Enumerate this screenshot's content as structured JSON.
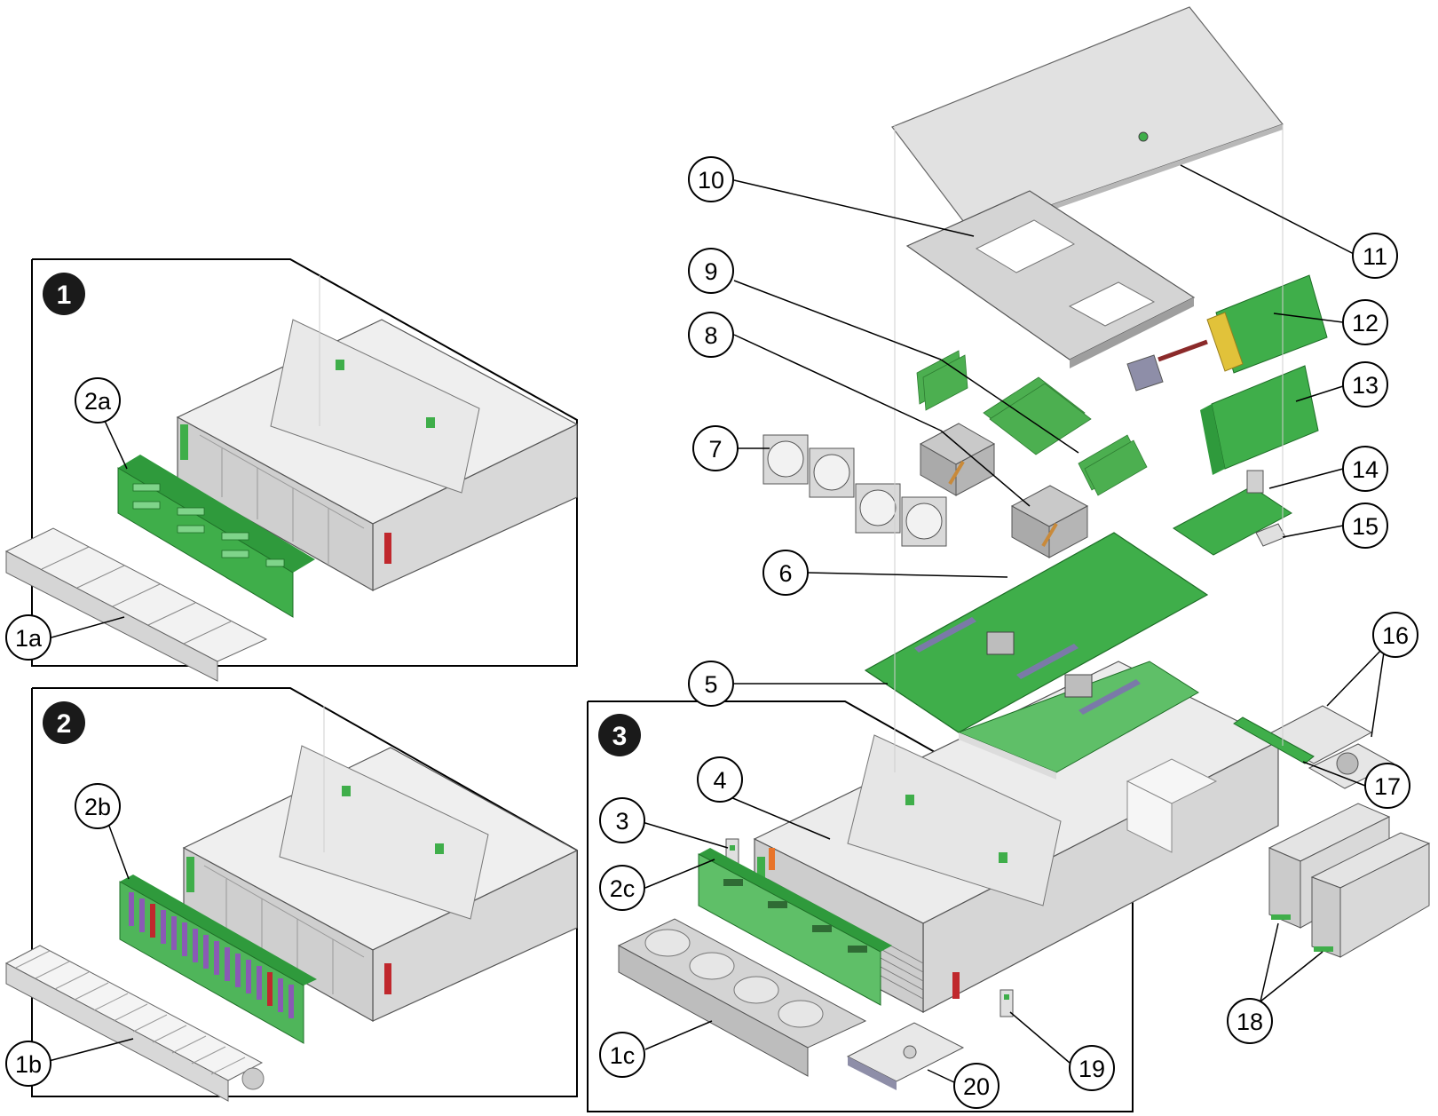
{
  "sections": [
    {
      "label": "1"
    },
    {
      "label": "2"
    },
    {
      "label": "3"
    }
  ],
  "callouts": [
    {
      "label": "1a"
    },
    {
      "label": "2a"
    },
    {
      "label": "1b"
    },
    {
      "label": "2b"
    },
    {
      "label": "1c"
    },
    {
      "label": "2c"
    },
    {
      "label": "3"
    },
    {
      "label": "4"
    },
    {
      "label": "5"
    },
    {
      "label": "6"
    },
    {
      "label": "7"
    },
    {
      "label": "8"
    },
    {
      "label": "9"
    },
    {
      "label": "10"
    },
    {
      "label": "11"
    },
    {
      "label": "12"
    },
    {
      "label": "13"
    },
    {
      "label": "14"
    },
    {
      "label": "15"
    },
    {
      "label": "16"
    },
    {
      "label": "17"
    },
    {
      "label": "18"
    },
    {
      "label": "19"
    },
    {
      "label": "20"
    }
  ],
  "colors": {
    "pcb_green": "#3fae4a",
    "metal_light": "#e4e4e4",
    "metal_mid": "#c8c8c8",
    "metal_dark": "#8e8e8e",
    "heatsink_copper": "#c98a3a",
    "drive_purple": "#8a5ab5",
    "drive_red": "#c0282d",
    "bezel_orange": "#e8742a",
    "outline": "#000000"
  }
}
